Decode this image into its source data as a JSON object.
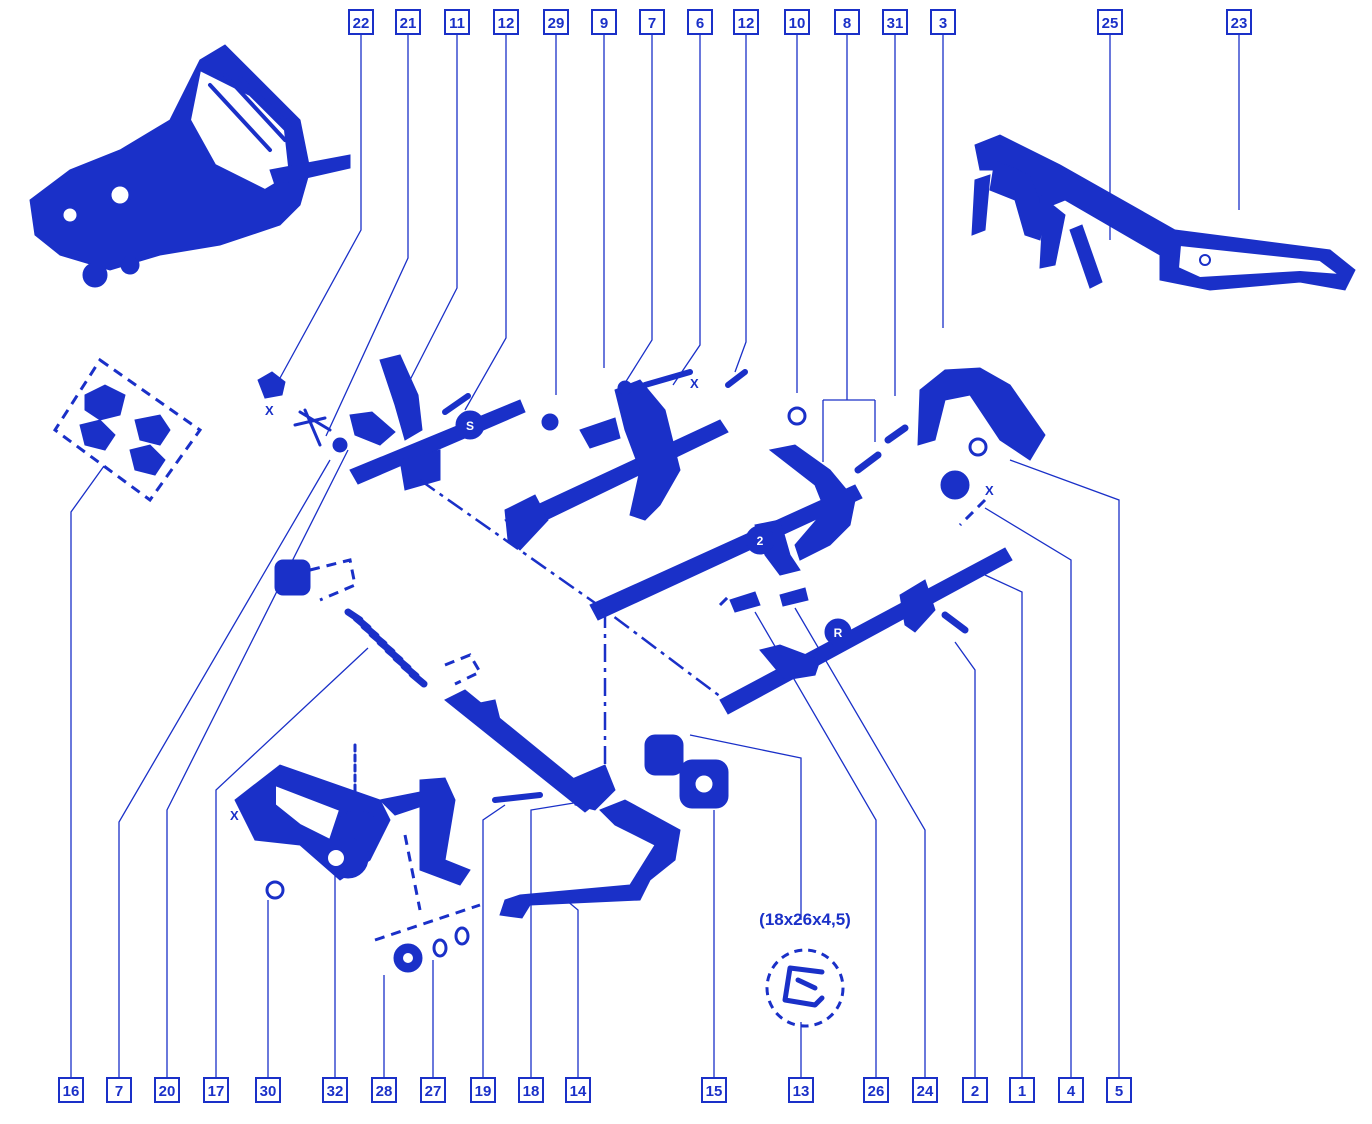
{
  "diagram": {
    "colors": {
      "ink": "#1a30c8",
      "background": "#ffffff"
    },
    "top_callouts": [
      "22",
      "21",
      "11",
      "12",
      "29",
      "9",
      "7",
      "6",
      "12",
      "10",
      "8",
      "31",
      "3",
      "25",
      "23"
    ],
    "bottom_callouts": [
      "16",
      "7",
      "20",
      "17",
      "30",
      "32",
      "28",
      "27",
      "19",
      "18",
      "14",
      "15",
      "13",
      "26",
      "24",
      "2",
      "1",
      "4",
      "5"
    ],
    "dimension_label": "(18x26x4,5)",
    "x_marks": [
      "X",
      "X",
      "X",
      "X"
    ],
    "fork_letters": {
      "fifth": "S",
      "rev": "R",
      "third_fourth": "2"
    }
  }
}
